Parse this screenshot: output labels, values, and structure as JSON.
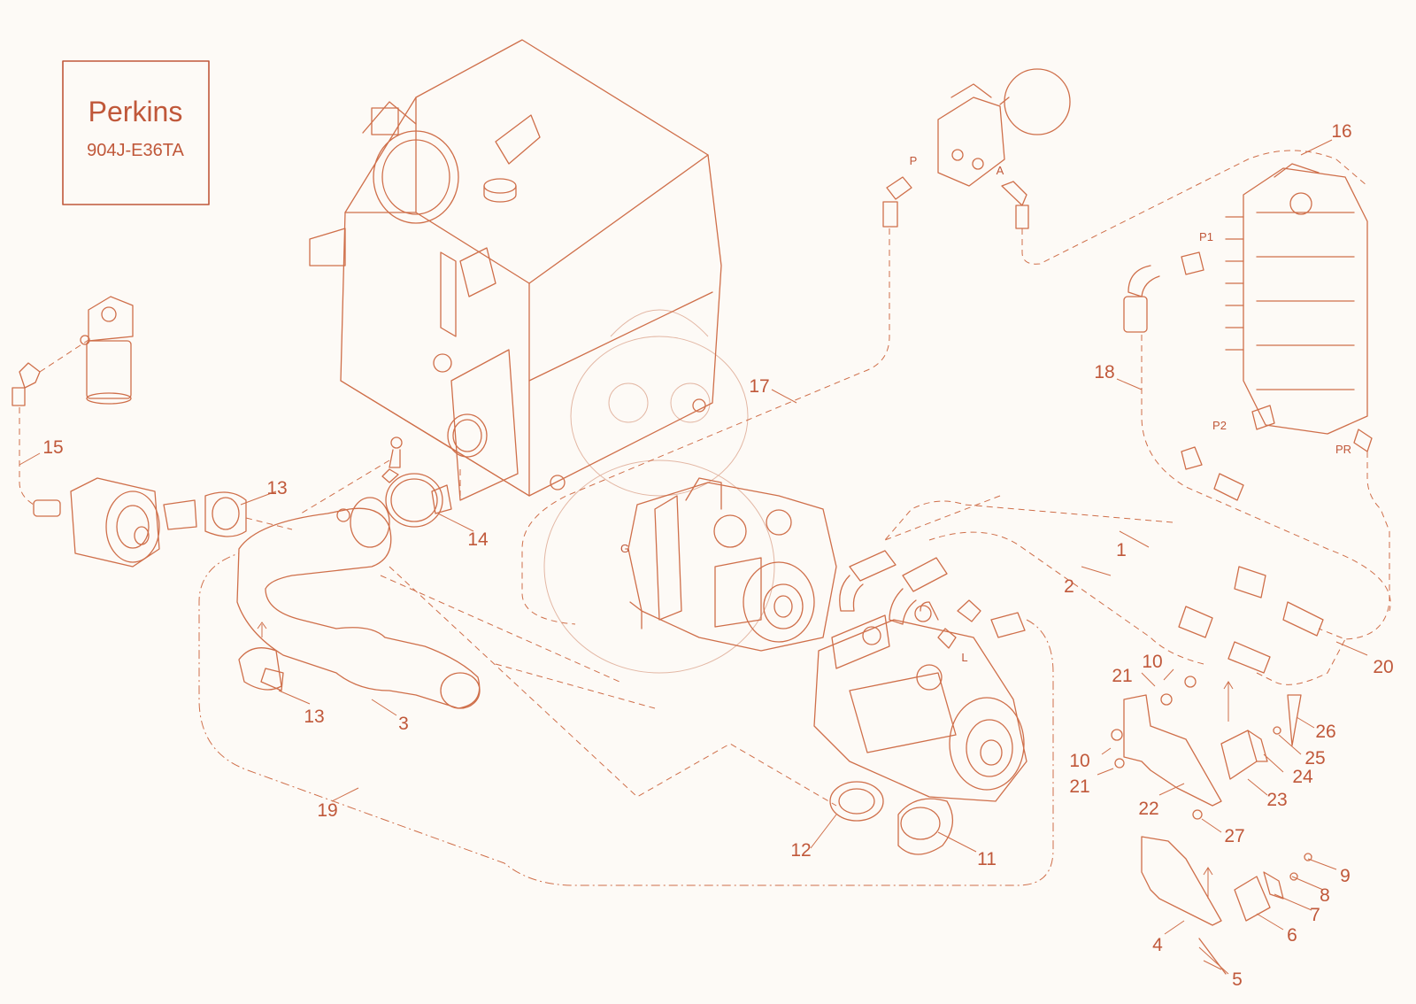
{
  "brand_box": {
    "title": "Perkins",
    "model": "904J-E36TA"
  },
  "callouts": [
    "1",
    "2",
    "3",
    "4",
    "5",
    "6",
    "7",
    "8",
    "9",
    "10",
    "10",
    "11",
    "12",
    "13",
    "13",
    "14",
    "15",
    "16",
    "17",
    "18",
    "19",
    "20",
    "21",
    "21",
    "22",
    "23",
    "24",
    "25",
    "26",
    "27"
  ],
  "ports": [
    "P",
    "A",
    "P1",
    "P2",
    "PR",
    "G",
    "L"
  ],
  "colors": {
    "line": "#cf6f4a",
    "text": "#c0583a",
    "background": "#fdfaf6"
  }
}
